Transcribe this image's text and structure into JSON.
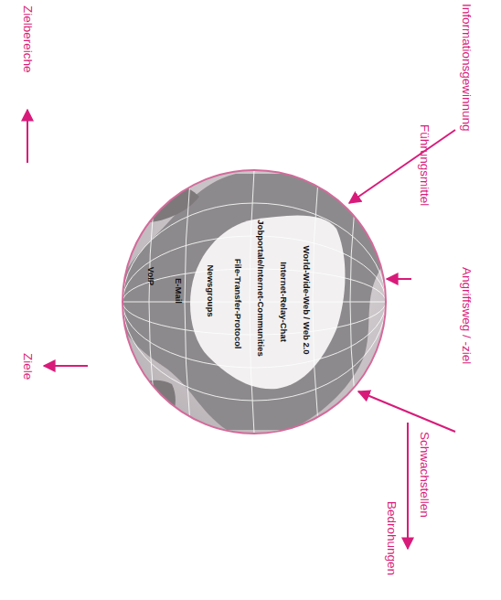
{
  "diagram": {
    "nodes": [
      {
        "text": [
          "World-Wide-Web / Web 2.0",
          "Internet-Relay-Chat",
          "Jobportale/Internet-Communities",
          "File-Transfer-Protocol",
          "Newsgroups",
          "E-Mail",
          "VoIP"
        ]
      }
    ],
    "labels": [
      "Informationsgewinnung",
      "Führungsmittel",
      "Angriffsweg / -ziel",
      "Zielbereiche",
      "Ziele",
      "Schwachstellen",
      "Bedrohungen"
    ]
  }
}
